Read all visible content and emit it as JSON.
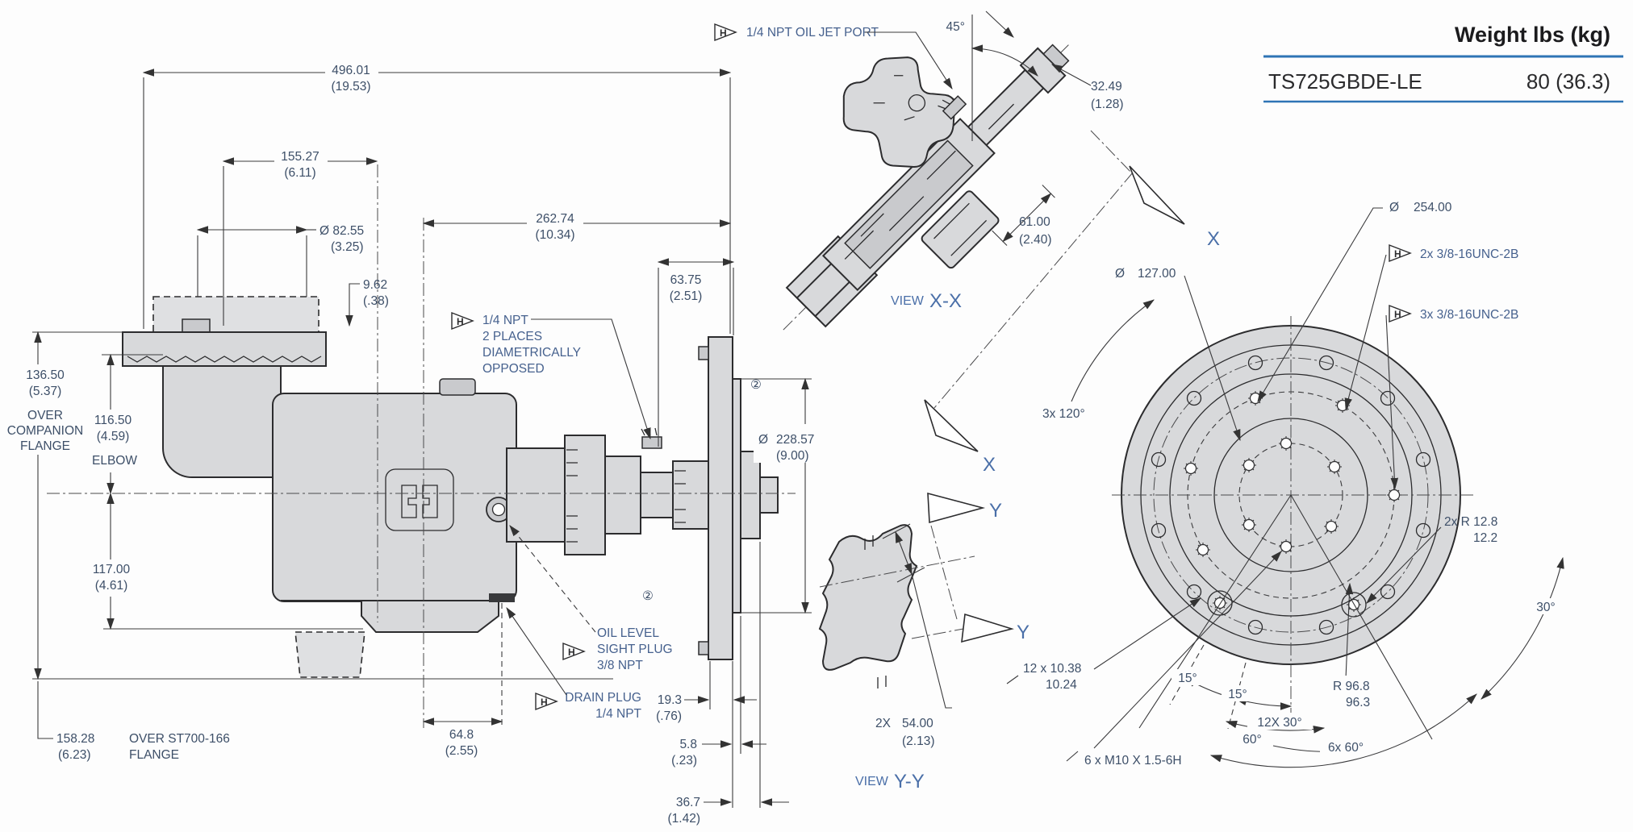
{
  "weight_table": {
    "header": "Weight lbs (kg)",
    "model": "TS725GBDE-LE",
    "value": "80 (36.3)"
  },
  "icons": {
    "h_flag": "H",
    "circled_two": "②"
  },
  "side_view": {
    "dim_overall": {
      "v": "496.01",
      "a": "(19.53)"
    },
    "dim_155": {
      "v": "155.27",
      "a": "(6.11)"
    },
    "dim_82": {
      "v": "Ø 82.55",
      "a": "(3.25)"
    },
    "dim_262": {
      "v": "262.74",
      "a": "(10.34)"
    },
    "dim_9": {
      "v": "9.62",
      "a": "(.38)"
    },
    "dim_63": {
      "v": "63.75",
      "a": "(2.51)"
    },
    "dim_136": {
      "v": "136.50",
      "a": "(5.37)"
    },
    "label_companion": {
      "l1": "OVER",
      "l2": "COMPANION",
      "l3": "FLANGE"
    },
    "dim_116": {
      "v": "116.50",
      "a": "(4.59)",
      "label": "ELBOW"
    },
    "dim_117": {
      "v": "117.00",
      "a": "(4.61)"
    },
    "dim_158": {
      "v": "158.28",
      "a": "(6.23)"
    },
    "label_st700": {
      "l1": "OVER ST700-166",
      "l2": "FLANGE"
    },
    "dim_64": {
      "v": "64.8",
      "a": "(2.55)"
    },
    "dim_19": {
      "v": "19.3",
      "a": "(.76)"
    },
    "dim_5": {
      "v": "5.8",
      "a": "(.23)"
    },
    "dim_36": {
      "v": "36.7",
      "a": "(1.42)"
    },
    "dim_228": {
      "prefix": "Ø",
      "v": "228.57",
      "a": "(9.00)"
    },
    "label_npt2": {
      "l1": "1/4 NPT",
      "l2": "2 PLACES",
      "l3": "DIAMETRICALLY",
      "l4": "OPPOSED"
    },
    "label_oil_level": {
      "l1": "OIL LEVEL",
      "l2": "SIGHT PLUG",
      "l3": "3/8 NPT"
    },
    "label_drain": {
      "l1": "DRAIN PLUG",
      "l2": "1/4 NPT"
    }
  },
  "view_xx": {
    "title_prefix": "VIEW",
    "title": "X-X",
    "label_oil_jet": "1/4 NPT OIL JET PORT",
    "angle": "45°",
    "dim_32": {
      "v": "32.49",
      "a": "(1.28)"
    },
    "dim_61": {
      "v": "61.00",
      "a": "(2.40)"
    }
  },
  "view_yy": {
    "title_prefix": "VIEW",
    "title": "Y-Y",
    "dim_54": {
      "q": "2X",
      "v": "54.00",
      "a": "(2.13)"
    }
  },
  "end_view": {
    "dia_254": {
      "prefix": "Ø",
      "v": "254.00"
    },
    "thread_2x": "2x 3/8-16UNC-2B",
    "thread_3x": "3x 3/8-16UNC-2B",
    "dia_127": {
      "prefix": "Ø",
      "v": "127.00"
    },
    "angle_3x120": "3x 120°",
    "section_x": "X",
    "section_y": "Y",
    "dim_12x": {
      "l1": "12 x 10.38",
      "l2": "10.24"
    },
    "angle_15a": "15°",
    "angle_15b": "15°",
    "angle_12x30": "12X 30°",
    "angle_60": "60°",
    "angle_6x60": "6x 60°",
    "angle_30": "30°",
    "radius_r96": {
      "l1": "R 96.8",
      "l2": "96.3"
    },
    "radius_2xr": {
      "l1": "2x R 12.8",
      "l2": "12.2"
    },
    "thread_m10": "6 x M10 X 1.5-6H"
  }
}
